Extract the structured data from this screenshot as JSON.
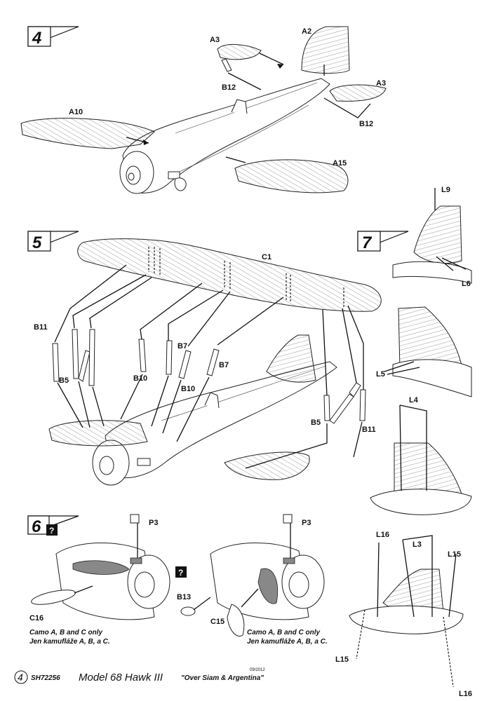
{
  "steps": [
    {
      "number": "4"
    },
    {
      "number": "5"
    },
    {
      "number": "6"
    },
    {
      "number": "7"
    }
  ],
  "labels": {
    "a2": "A2",
    "a3_left": "A3",
    "a3_right": "A3",
    "b12_left": "B12",
    "b12_right": "B12",
    "a10": "A10",
    "a15": "A15",
    "c1": "C1",
    "b11_left": "B11",
    "b11_right": "B11",
    "b5_left": "B5",
    "b5_right": "B5",
    "b7_upper": "B7",
    "b7_lower": "B7",
    "b10_upper": "B10",
    "b10_lower": "B10",
    "p3_left": "P3",
    "p3_right": "P3",
    "c16": "C16",
    "b13": "B13",
    "c15": "C15",
    "l9": "L9",
    "l6": "L6",
    "l5": "L5",
    "l4": "L4",
    "l16_top": "L16",
    "l3": "L3",
    "l15_top": "L15",
    "l15_bottom": "L15",
    "l16_bottom": "L16"
  },
  "question_mark": "?",
  "notes": {
    "left_en": "Camo A, B and C only",
    "left_cz": "Jen kamufláže A, B, a C.",
    "right_en": "Camo A, B and C only",
    "right_cz": "Jen kamufláže A, B, a C."
  },
  "footer": {
    "page_number": "4",
    "code": "SH72256",
    "model": "Model 68 Hawk III",
    "subtitle": "\"Over Siam & Argentina\"",
    "date": "09/2012"
  }
}
